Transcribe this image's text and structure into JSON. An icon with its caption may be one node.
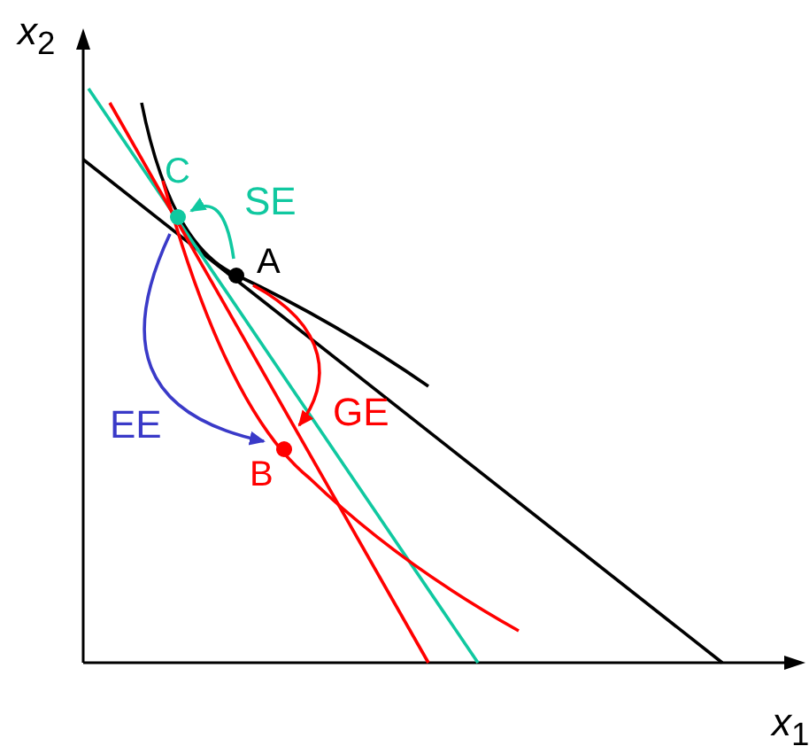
{
  "diagram": {
    "nodes": [
      {
        "text": [
          "A"
        ]
      },
      {
        "text": [
          "B"
        ]
      },
      {
        "text": [
          "C"
        ]
      }
    ],
    "edges": [
      {
        "from": 0,
        "to": 2,
        "arrow": "to",
        "label": "SE",
        "color": "#10c8a0"
      },
      {
        "from": 0,
        "to": 1,
        "arrow": "to",
        "label": "GE",
        "color": "#ff0000"
      },
      {
        "from": 2,
        "to": 1,
        "arrow": "to",
        "label": "EE",
        "color": "#3a3ac8"
      }
    ],
    "labels": [
      "*x*$_{2}$",
      "*x*$_{1}$"
    ]
  }
}
